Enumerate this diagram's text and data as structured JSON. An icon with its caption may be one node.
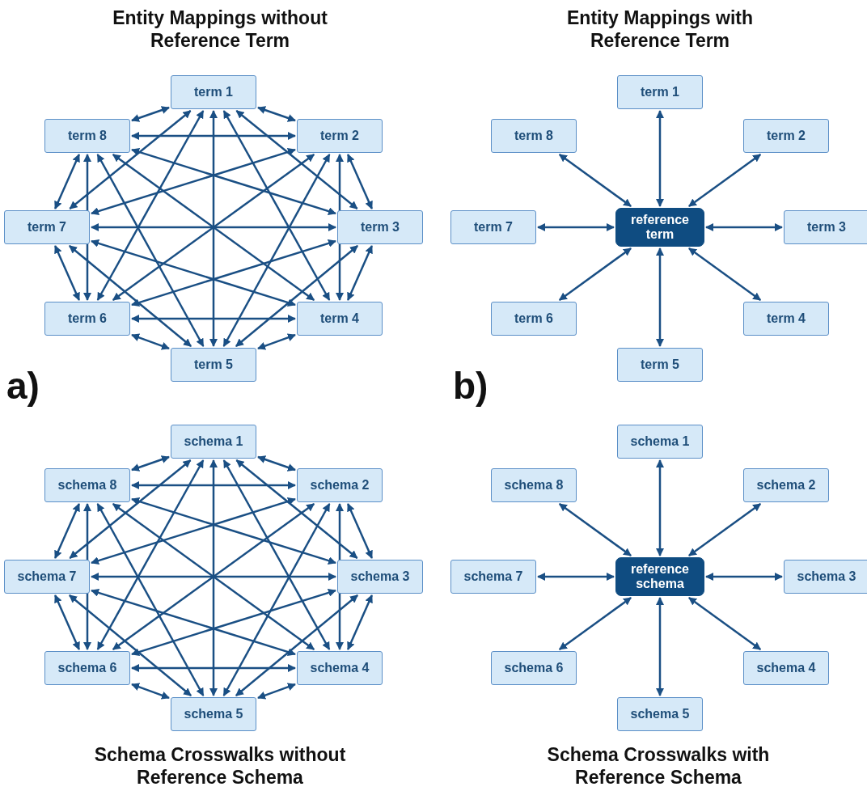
{
  "diagram": {
    "nodes": [
      {
        "text": [
          "term 1"
        ]
      },
      {
        "text": [
          "term 2"
        ]
      },
      {
        "text": [
          "term 3"
        ]
      },
      {
        "text": [
          "term 4"
        ]
      },
      {
        "text": [
          "term 5"
        ]
      },
      {
        "text": [
          "term 6"
        ]
      },
      {
        "text": [
          "term 7"
        ]
      },
      {
        "text": [
          "term 8"
        ]
      },
      {
        "text": [
          "term 1"
        ]
      },
      {
        "text": [
          "term 2"
        ]
      },
      {
        "text": [
          "term 3"
        ]
      },
      {
        "text": [
          "term 4"
        ]
      },
      {
        "text": [
          "term 5"
        ]
      },
      {
        "text": [
          "term 6"
        ]
      },
      {
        "text": [
          "term 7"
        ]
      },
      {
        "text": [
          "term 8"
        ]
      },
      {
        "text": [
          "reference term"
        ]
      },
      {
        "text": [
          "schema 1"
        ]
      },
      {
        "text": [
          "schema 2"
        ]
      },
      {
        "text": [
          "schema 3"
        ]
      },
      {
        "text": [
          "schema 4"
        ]
      },
      {
        "text": [
          "schema 5"
        ]
      },
      {
        "text": [
          "schema 6"
        ]
      },
      {
        "text": [
          "schema 7"
        ]
      },
      {
        "text": [
          "schema 8"
        ]
      },
      {
        "text": [
          "schema 1"
        ]
      },
      {
        "text": [
          "schema 2"
        ]
      },
      {
        "text": [
          "schema 3"
        ]
      },
      {
        "text": [
          "schema 4"
        ]
      },
      {
        "text": [
          "schema 5"
        ]
      },
      {
        "text": [
          "schema 6"
        ]
      },
      {
        "text": [
          "schema 7"
        ]
      },
      {
        "text": [
          "schema 8"
        ]
      },
      {
        "text": [
          "reference schema"
        ]
      }
    ],
    "edges": [
      {
        "from": 0,
        "to": 1,
        "arrow": "both"
      },
      {
        "from": 0,
        "to": 2,
        "arrow": "both"
      },
      {
        "from": 0,
        "to": 3,
        "arrow": "both"
      },
      {
        "from": 0,
        "to": 4,
        "arrow": "both"
      },
      {
        "from": 0,
        "to": 5,
        "arrow": "both"
      },
      {
        "from": 0,
        "to": 6,
        "arrow": "both"
      },
      {
        "from": 0,
        "to": 7,
        "arrow": "both"
      },
      {
        "from": 1,
        "to": 2,
        "arrow": "both"
      },
      {
        "from": 1,
        "to": 3,
        "arrow": "both"
      },
      {
        "from": 1,
        "to": 4,
        "arrow": "both"
      },
      {
        "from": 1,
        "to": 5,
        "arrow": "both"
      },
      {
        "from": 1,
        "to": 6,
        "arrow": "both"
      },
      {
        "from": 1,
        "to": 7,
        "arrow": "both"
      },
      {
        "from": 2,
        "to": 3,
        "arrow": "both"
      },
      {
        "from": 2,
        "to": 4,
        "arrow": "both"
      },
      {
        "from": 2,
        "to": 5,
        "arrow": "both"
      },
      {
        "from": 2,
        "to": 6,
        "arrow": "both"
      },
      {
        "from": 2,
        "to": 7,
        "arrow": "both"
      },
      {
        "from": 3,
        "to": 4,
        "arrow": "both"
      },
      {
        "from": 3,
        "to": 5,
        "arrow": "both"
      },
      {
        "from": 3,
        "to": 6,
        "arrow": "both"
      },
      {
        "from": 3,
        "to": 7,
        "arrow": "both"
      },
      {
        "from": 4,
        "to": 5,
        "arrow": "both"
      },
      {
        "from": 4,
        "to": 6,
        "arrow": "both"
      },
      {
        "from": 4,
        "to": 7,
        "arrow": "both"
      },
      {
        "from": 5,
        "to": 6,
        "arrow": "both"
      },
      {
        "from": 5,
        "to": 7,
        "arrow": "both"
      },
      {
        "from": 6,
        "to": 7,
        "arrow": "both"
      },
      {
        "from": 16,
        "to": 8,
        "arrow": "both"
      },
      {
        "from": 16,
        "to": 9,
        "arrow": "both"
      },
      {
        "from": 16,
        "to": 10,
        "arrow": "both"
      },
      {
        "from": 16,
        "to": 11,
        "arrow": "both"
      },
      {
        "from": 16,
        "to": 12,
        "arrow": "both"
      },
      {
        "from": 16,
        "to": 13,
        "arrow": "both"
      },
      {
        "from": 16,
        "to": 14,
        "arrow": "both"
      },
      {
        "from": 16,
        "to": 15,
        "arrow": "both"
      },
      {
        "from": 17,
        "to": 18,
        "arrow": "both"
      },
      {
        "from": 17,
        "to": 19,
        "arrow": "both"
      },
      {
        "from": 17,
        "to": 20,
        "arrow": "both"
      },
      {
        "from": 17,
        "to": 21,
        "arrow": "both"
      },
      {
        "from": 17,
        "to": 22,
        "arrow": "both"
      },
      {
        "from": 17,
        "to": 23,
        "arrow": "both"
      },
      {
        "from": 17,
        "to": 24,
        "arrow": "both"
      },
      {
        "from": 18,
        "to": 19,
        "arrow": "both"
      },
      {
        "from": 18,
        "to": 20,
        "arrow": "both"
      },
      {
        "from": 18,
        "to": 21,
        "arrow": "both"
      },
      {
        "from": 18,
        "to": 22,
        "arrow": "both"
      },
      {
        "from": 18,
        "to": 23,
        "arrow": "both"
      },
      {
        "from": 18,
        "to": 24,
        "arrow": "both"
      },
      {
        "from": 19,
        "to": 20,
        "arrow": "both"
      },
      {
        "from": 19,
        "to": 21,
        "arrow": "both"
      },
      {
        "from": 19,
        "to": 22,
        "arrow": "both"
      },
      {
        "from": 19,
        "to": 23,
        "arrow": "both"
      },
      {
        "from": 19,
        "to": 24,
        "arrow": "both"
      },
      {
        "from": 20,
        "to": 21,
        "arrow": "both"
      },
      {
        "from": 20,
        "to": 22,
        "arrow": "both"
      },
      {
        "from": 20,
        "to": 23,
        "arrow": "both"
      },
      {
        "from": 20,
        "to": 24,
        "arrow": "both"
      },
      {
        "from": 21,
        "to": 22,
        "arrow": "both"
      },
      {
        "from": 21,
        "to": 23,
        "arrow": "both"
      },
      {
        "from": 21,
        "to": 24,
        "arrow": "both"
      },
      {
        "from": 22,
        "to": 23,
        "arrow": "both"
      },
      {
        "from": 22,
        "to": 24,
        "arrow": "both"
      },
      {
        "from": 23,
        "to": 24,
        "arrow": "both"
      },
      {
        "from": 33,
        "to": 25,
        "arrow": "both"
      },
      {
        "from": 33,
        "to": 26,
        "arrow": "both"
      },
      {
        "from": 33,
        "to": 27,
        "arrow": "both"
      },
      {
        "from": 33,
        "to": 28,
        "arrow": "both"
      },
      {
        "from": 33,
        "to": 29,
        "arrow": "both"
      },
      {
        "from": 33,
        "to": 30,
        "arrow": "both"
      },
      {
        "from": 33,
        "to": 31,
        "arrow": "both"
      },
      {
        "from": 33,
        "to": 32,
        "arrow": "both"
      }
    ],
    "labels": [
      "Entity Mappings without Reference Term",
      "Entity Mappings with Reference Term",
      "a)",
      "b)",
      "Schema Crosswalks without Reference Schema",
      "Schema Crosswalks with Reference Schema"
    ]
  }
}
